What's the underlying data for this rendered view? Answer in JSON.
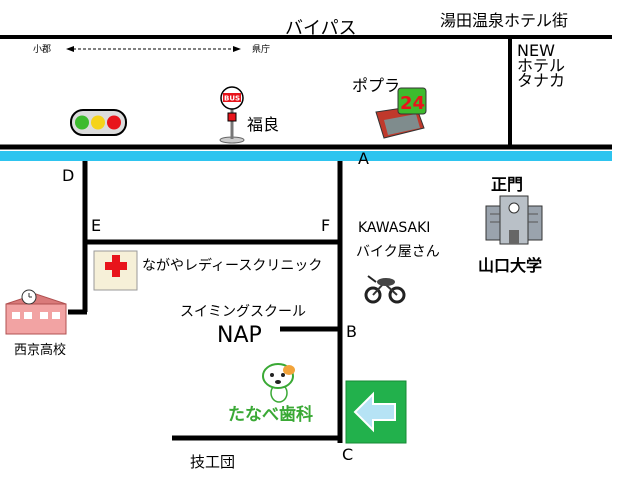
{
  "roads": {
    "bypass": "バイパス",
    "hotel_street": "湯田温泉ホテル街",
    "direction_left": "小郡",
    "direction_right": "県庁"
  },
  "points": {
    "a": "A",
    "b": "B",
    "c": "C",
    "d": "D",
    "e": "E",
    "f": "F"
  },
  "landmarks": {
    "hotel_line1": "NEW",
    "hotel_line2": "ホテル",
    "hotel_line3": "タナカ",
    "poplar": "ポプラ",
    "poplar_sign": "24",
    "bus_stop": "福良",
    "bus_sign": "BUS",
    "main_gate": "正門",
    "university": "山口大学",
    "kawasaki_line1": "KAWASAKI",
    "kawasaki_line2": "バイク屋さん",
    "clinic": "ながやレディースクリニック",
    "high_school": "西京高校",
    "swimming_school": "スイミングスクール",
    "nap": "NAP",
    "dental": "たなべ歯科",
    "gikoudan": "技工団"
  },
  "colors": {
    "river": "#2ec4ef",
    "road": "#000000",
    "arrow_panel": "#22b14c",
    "traffic_red": "#e8141b",
    "traffic_yellow": "#f5d31a",
    "traffic_green": "#3dbb2e",
    "clinic_cross": "#e8141b",
    "dental_text": "#3aa935"
  },
  "icons": [
    "traffic-light-icon",
    "bus-stop-icon",
    "convenience-store-icon",
    "university-building-icon",
    "motorcycle-icon",
    "clinic-icon",
    "school-icon",
    "dog-mascot-icon",
    "arrow-left-icon"
  ]
}
